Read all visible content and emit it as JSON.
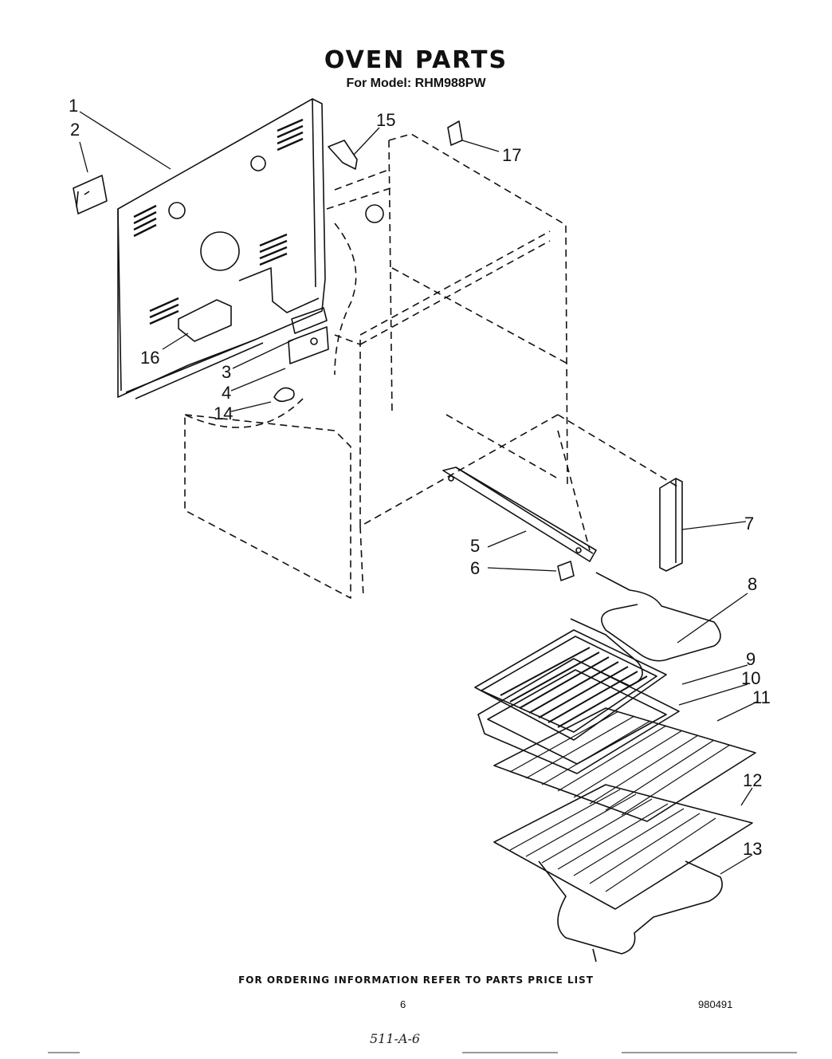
{
  "title": "OVEN PARTS",
  "subtitle": "For Model: RHM988PW",
  "callouts": [
    "1",
    "2",
    "15",
    "17",
    "16",
    "3",
    "4",
    "14",
    "7",
    "5",
    "6",
    "8",
    "9",
    "10",
    "11",
    "12",
    "13"
  ],
  "footer": "FOR ORDERING INFORMATION REFER TO PARTS PRICE LIST",
  "page_number": "6",
  "doc_number": "980491",
  "handwritten_note": "511-A-6"
}
